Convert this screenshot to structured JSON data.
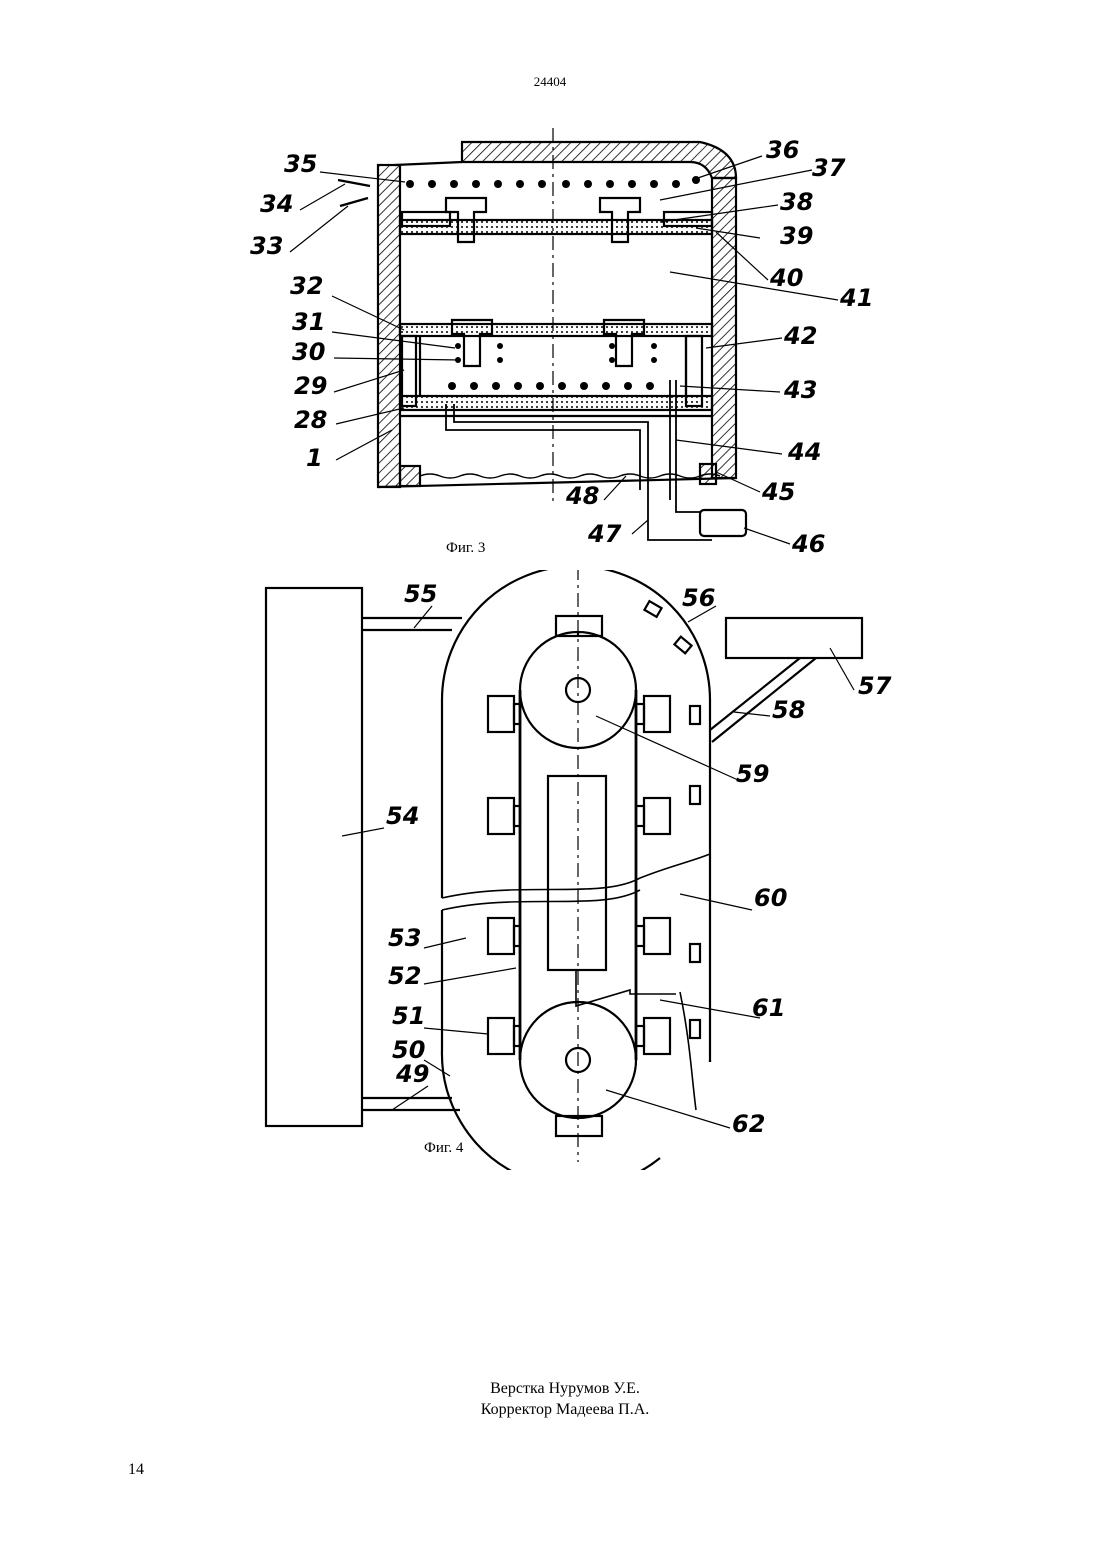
{
  "header": {
    "doc_number": "24404"
  },
  "fig3": {
    "caption": "Фиг. 3",
    "labels": [
      "35",
      "34",
      "33",
      "32",
      "31",
      "30",
      "29",
      "28",
      "1",
      "36",
      "37",
      "38",
      "39",
      "40",
      "41",
      "42",
      "43",
      "44",
      "45",
      "46",
      "47",
      "48"
    ]
  },
  "fig4": {
    "caption": "Фиг. 4",
    "labels": [
      "55",
      "56",
      "57",
      "58",
      "59",
      "54",
      "60",
      "53",
      "52",
      "51",
      "50",
      "49",
      "61",
      "62"
    ]
  },
  "footer": {
    "layout_credit": "Верстка Нурумов У.Е.",
    "proof_credit": "Корректор Мадеева П.А.",
    "page_number": "14"
  }
}
